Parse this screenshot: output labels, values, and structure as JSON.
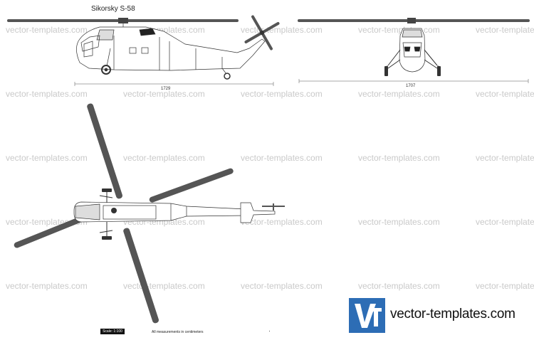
{
  "title": "Sikorsky S-58",
  "side_view": {
    "length_label": "1729"
  },
  "front_view": {
    "width_label": "1707"
  },
  "scale": {
    "label": "Scale: 1:100"
  },
  "note": "All measurements in centimeters",
  "watermark": {
    "text": "vector-templates.com"
  },
  "logo": {
    "text": "vector-templates.com",
    "mark": "VT",
    "color": "#2d6db5"
  },
  "colors": {
    "rotor_blade": "#555555",
    "outline": "#333333",
    "watermark": "#c9c9c9"
  }
}
